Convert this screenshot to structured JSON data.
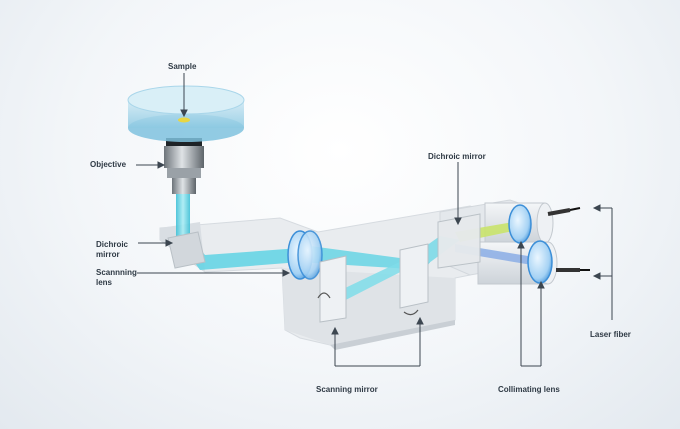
{
  "labels": {
    "sample": "Sample",
    "objective": "Objective",
    "dichroic_mirror_left": "Dichroic\nmirror",
    "scanning_lens": "Scannning\nlens",
    "dichroic_mirror_top": "Dichroic mirror",
    "scanning_mirror": "Scanning mirror",
    "collimating_lens": "Collimating lens",
    "laser_fiber": "Laser fiber"
  },
  "colors": {
    "beam_cyan": "#5fd3e4",
    "beam_green": "#c9e36b",
    "beam_blue": "#8fb0e6",
    "lens_blue": "#3c8fd8",
    "body_grey": "#e8ebee",
    "label_text": "#2f3a45"
  }
}
